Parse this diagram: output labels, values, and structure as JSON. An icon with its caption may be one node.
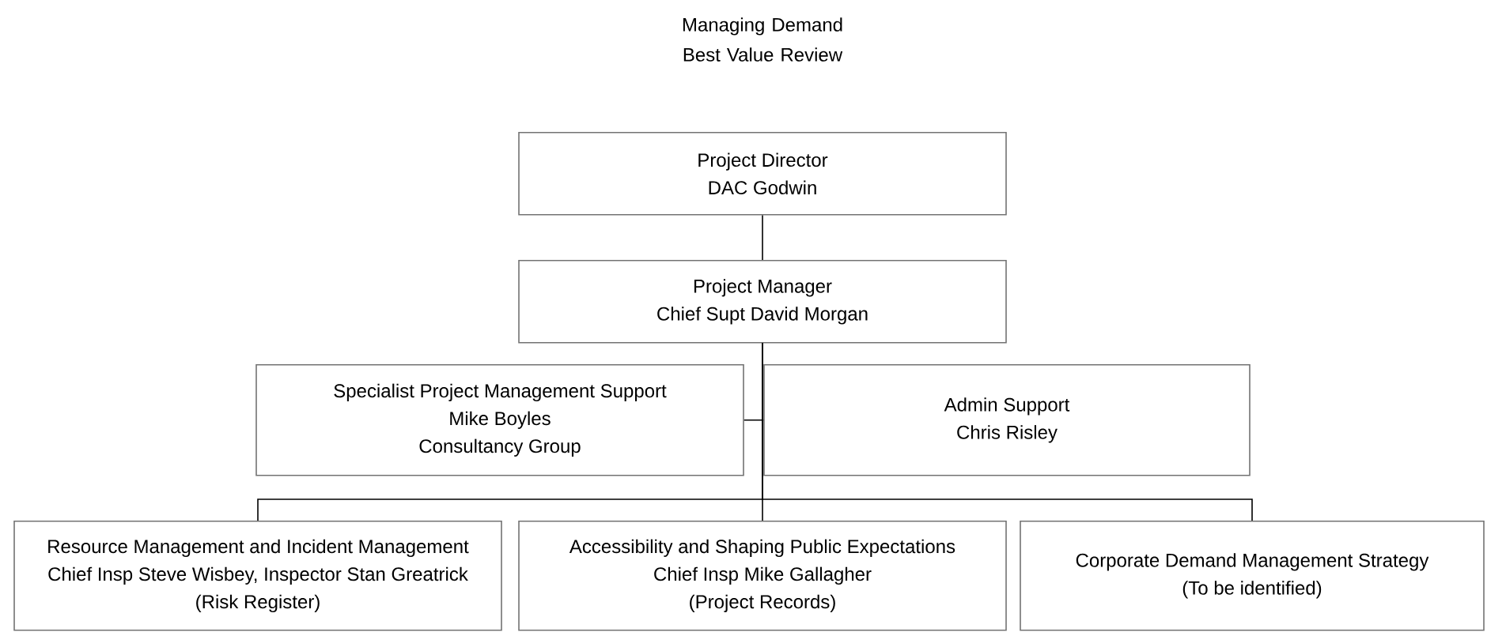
{
  "diagram": {
    "title": "Managing Demand Best Value Review",
    "nodes": [
      {
        "text": [
          "Project Director",
          "DAC Godwin"
        ]
      },
      {
        "text": [
          "Project Manager",
          "Chief Supt David Morgan"
        ]
      },
      {
        "text": [
          "Specialist Project Management Support",
          "Mike Boyles",
          "Consultancy Group"
        ]
      },
      {
        "text": [
          "Admin Support",
          "Chris Risley"
        ]
      },
      {
        "text": [
          "Resource Management and Incident Management",
          "Chief Insp Steve Wisbey, Inspector Stan Greatrick",
          "(Risk Register)"
        ]
      },
      {
        "text": [
          "Accessibility and Shaping Public Expectations",
          "Chief Insp Mike Gallagher",
          "(Project Records)"
        ]
      },
      {
        "text": [
          "Corporate Demand Management Strategy",
          "(To be identified)"
        ]
      }
    ],
    "edges": [
      {
        "from": 0,
        "to": 1,
        "arrow": "none"
      },
      {
        "from": 1,
        "to": 2,
        "arrow": "none"
      },
      {
        "from": 1,
        "to": 3,
        "arrow": "none"
      },
      {
        "from": 1,
        "to": 4,
        "arrow": "none"
      },
      {
        "from": 1,
        "to": 5,
        "arrow": "none"
      },
      {
        "from": 1,
        "to": 6,
        "arrow": "none"
      }
    ]
  }
}
